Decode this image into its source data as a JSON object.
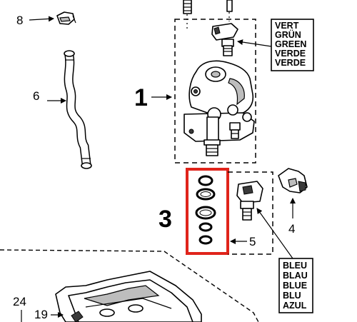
{
  "callouts": {
    "c8": "8",
    "c6": "6",
    "c1": "1",
    "c3": "3",
    "c4": "4",
    "c5": "5",
    "c24": "24",
    "c19": "19"
  },
  "label_green": [
    "VERT",
    "GRÜN",
    "GREEN",
    "VERDE",
    "VERDE"
  ],
  "label_blue": [
    "BLEU",
    "BLAU",
    "BLUE",
    "BLU",
    "AZUL"
  ],
  "colors": {
    "highlight": "#e0241b",
    "ink": "#000000",
    "background": "#ffffff"
  }
}
